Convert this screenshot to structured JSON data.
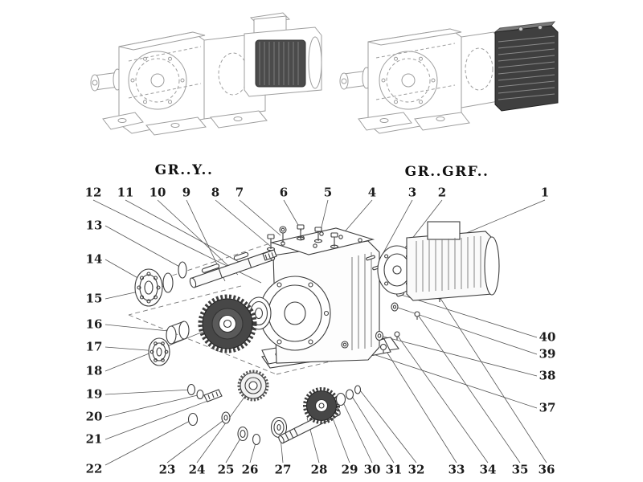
{
  "titles": {
    "left": "GR..Y..",
    "right": "GR..GRF.."
  },
  "part_numbers": {
    "p1": "1",
    "p2": "2",
    "p3": "3",
    "p4": "4",
    "p5": "5",
    "p6": "6",
    "p7": "7",
    "p8": "8",
    "p9": "9",
    "p10": "10",
    "p11": "11",
    "p12": "12",
    "p13": "13",
    "p14": "14",
    "p15": "15",
    "p16": "16",
    "p17": "17",
    "p18": "18",
    "p19": "19",
    "p20": "20",
    "p21": "21",
    "p22": "22",
    "p23": "23",
    "p24": "24",
    "p25": "25",
    "p26": "26",
    "p27": "27",
    "p28": "28",
    "p29": "29",
    "p30": "30",
    "p31": "31",
    "p32": "32",
    "p33": "33",
    "p34": "34",
    "p35": "35",
    "p36": "36",
    "p37": "37",
    "p38": "38",
    "p39": "39",
    "p40": "40"
  }
}
